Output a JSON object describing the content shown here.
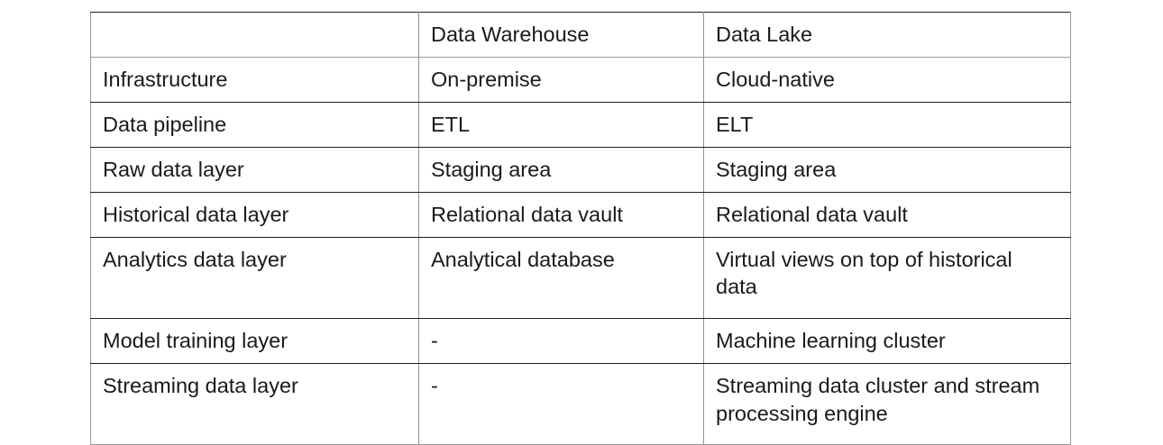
{
  "table": {
    "name": "data-warehouse-vs-data-lake-comparison",
    "columns": [
      {
        "key": "criterion",
        "label": ""
      },
      {
        "key": "warehouse",
        "label": "Data Warehouse"
      },
      {
        "key": "lake",
        "label": "Data Lake"
      }
    ],
    "rows": [
      {
        "criterion": "Infrastructure",
        "warehouse": "On-premise",
        "lake": "Cloud-native"
      },
      {
        "criterion": "Data pipeline",
        "warehouse": "ETL",
        "lake": "ELT"
      },
      {
        "criterion": "Raw data layer",
        "warehouse": "Staging area",
        "lake": "Staging area"
      },
      {
        "criterion": "Historical data layer",
        "warehouse": "Relational data vault",
        "lake": "Relational data vault"
      },
      {
        "criterion": "Analytics data layer",
        "warehouse": "Analytical database",
        "lake": "Virtual views on top of historical data"
      },
      {
        "criterion": "Model training layer",
        "warehouse": "-",
        "lake": "Machine learning cluster"
      },
      {
        "criterion": "Streaming data layer",
        "warehouse": "-",
        "lake": "Streaming data cluster and stream processing engine"
      }
    ]
  },
  "colors": {
    "text": "#1a1a1a",
    "border_strong": "#1f1f1f",
    "border_light": "#9a9a9a",
    "background": "#ffffff"
  }
}
